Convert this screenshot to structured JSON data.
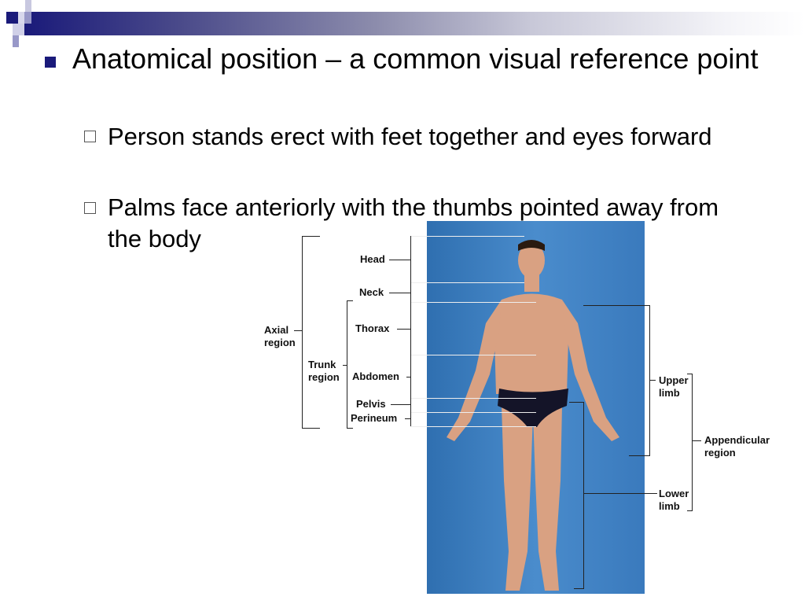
{
  "slide": {
    "bullets": [
      {
        "text": "Anatomical position – a common visual reference point",
        "sub": [
          {
            "text": "Person stands erect with feet together and eyes forward"
          },
          {
            "text": "Palms face anteriorly with the thumbs pointed away from the body"
          }
        ]
      }
    ]
  },
  "figure": {
    "labels": {
      "head": "Head",
      "neck": "Neck",
      "thorax": "Thorax",
      "abdomen": "Abdomen",
      "pelvis": "Pelvis",
      "perineum": "Perineum",
      "axial_1": "Axial",
      "axial_2": "region",
      "trunk_1": "Trunk",
      "trunk_2": "region",
      "upper_1": "Upper",
      "upper_2": "limb",
      "lower_1": "Lower",
      "lower_2": "limb",
      "app_1": "Appendicular",
      "app_2": "region"
    }
  },
  "colors": {
    "accent": "#1a1a7a",
    "photo_bg": "#3f7fbf"
  }
}
